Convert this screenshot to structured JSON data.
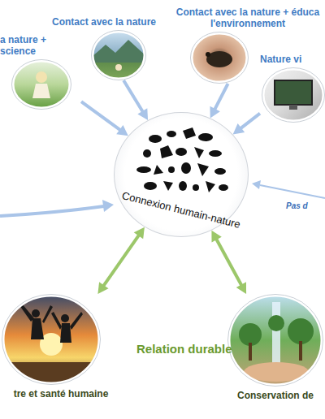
{
  "diagram": {
    "nodes": [
      {
        "text": [
          "a nature + science"
        ]
      },
      {
        "text": [
          "Contact avec la nature"
        ]
      },
      {
        "text": [
          "Contact avec la nature + éduca l'environnement"
        ]
      },
      {
        "text": [
          "Nature vi"
        ]
      },
      {
        "text": [
          "Connexion humain-nature"
        ]
      },
      {
        "text": [
          "tre et santé humaine"
        ]
      },
      {
        "text": [
          "Conservation de"
        ]
      }
    ],
    "edges": [
      {
        "from": 0,
        "to": 4,
        "arrow": "to"
      },
      {
        "from": 1,
        "to": 4,
        "arrow": "to"
      },
      {
        "from": 2,
        "to": 4,
        "arrow": "to"
      },
      {
        "from": 3,
        "to": 4,
        "arrow": "to"
      },
      {
        "from": 5,
        "to": 4,
        "arrow": "both"
      },
      {
        "from": 4,
        "to": 6,
        "arrow": "both"
      }
    ],
    "labels": [
      "Pas d",
      "Relation durable"
    ]
  }
}
